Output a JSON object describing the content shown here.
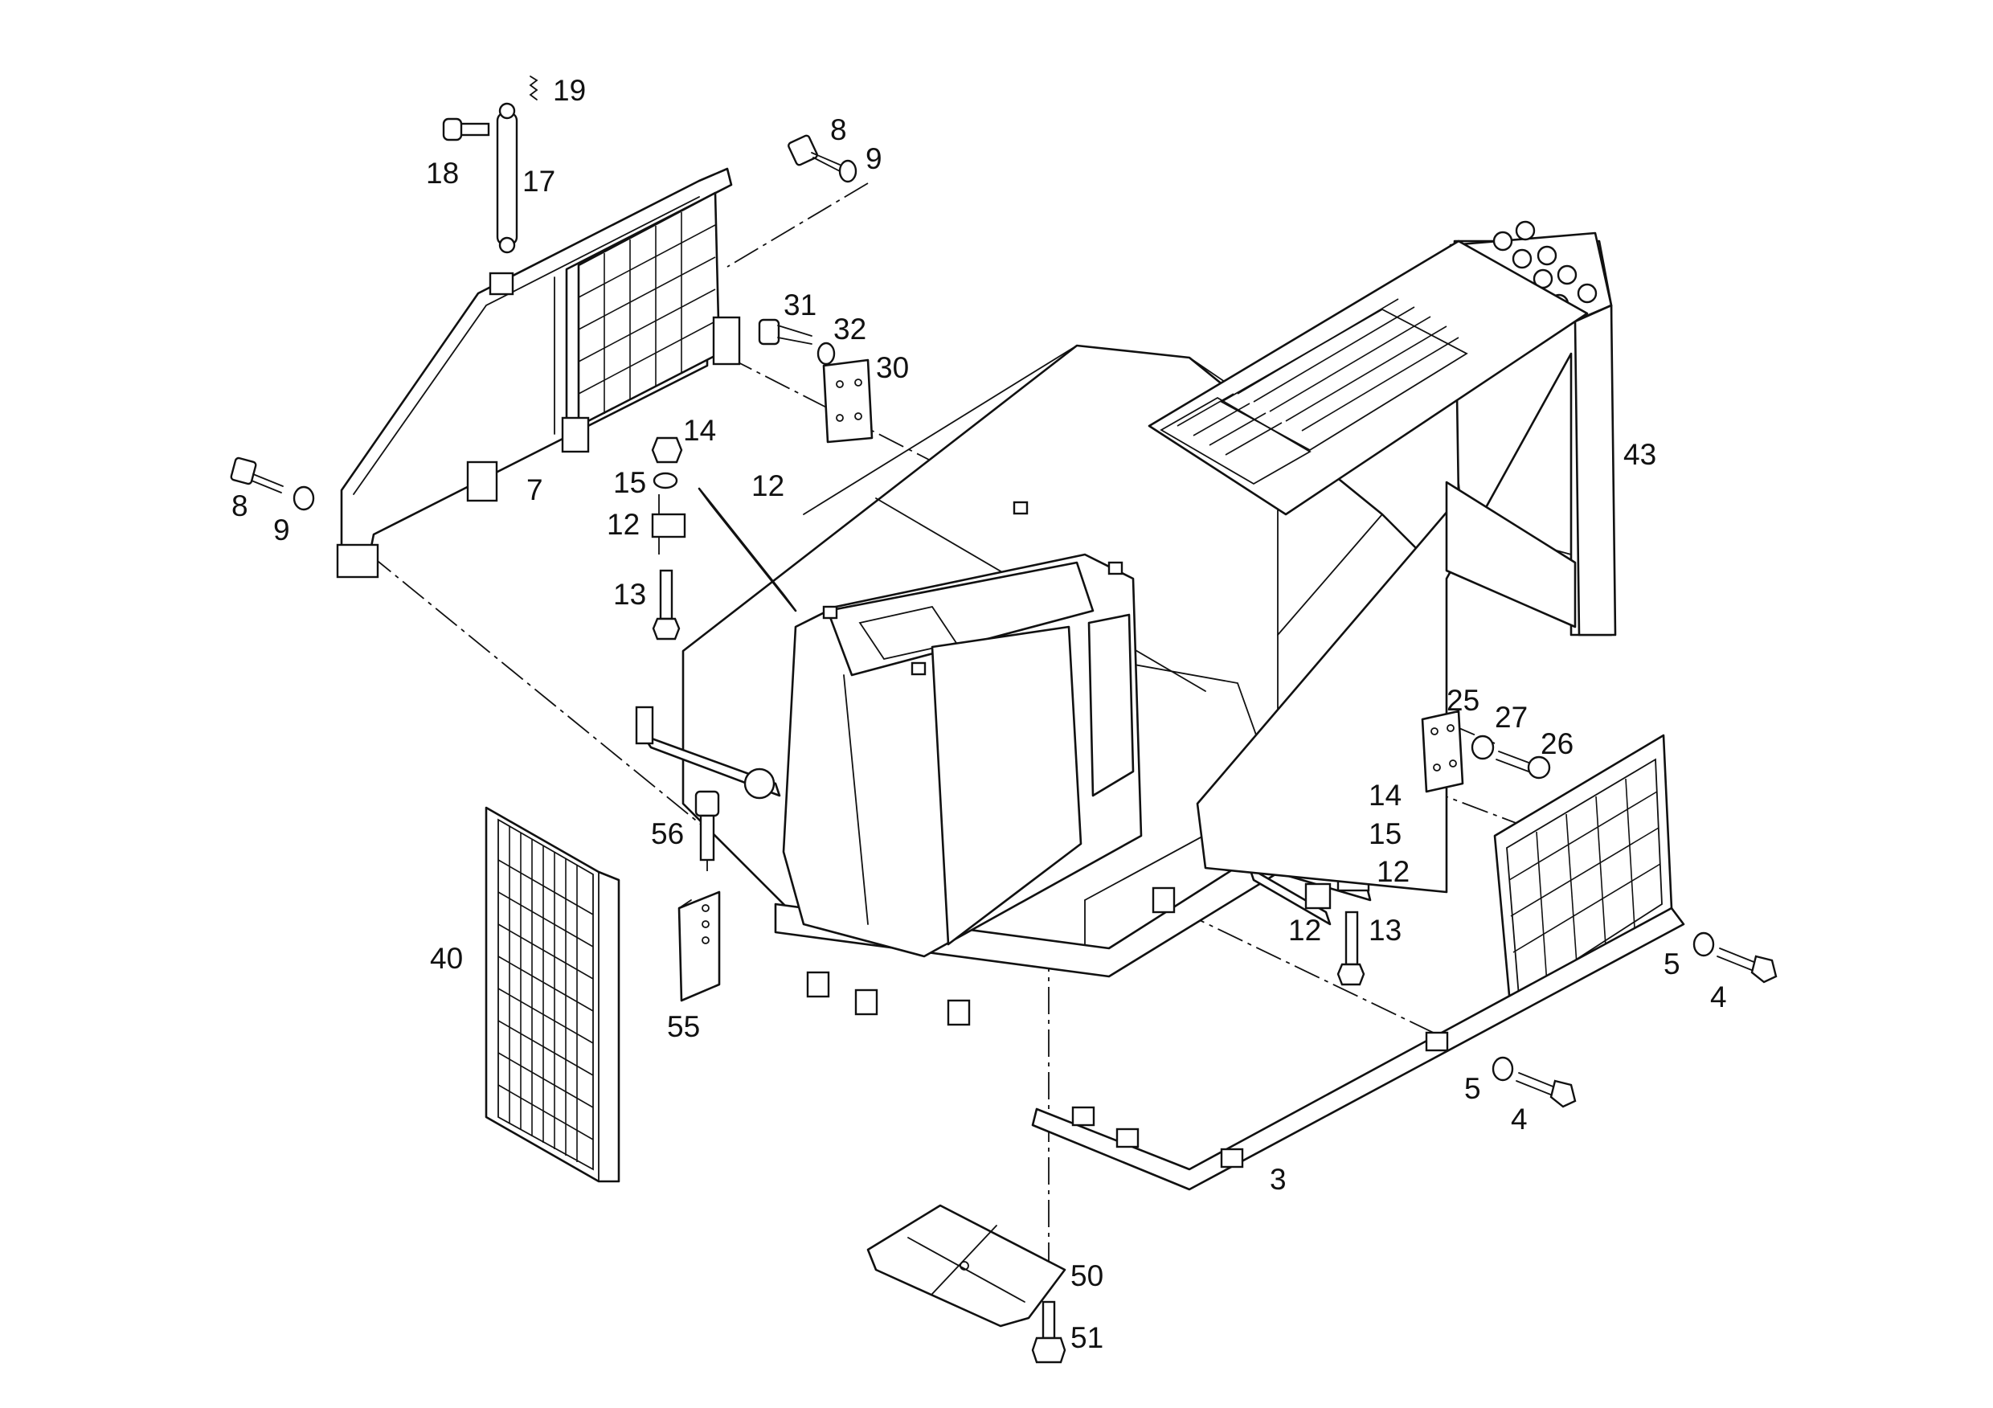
{
  "figure": {
    "callouts": [
      {
        "id": "c19",
        "text": "19"
      },
      {
        "id": "c18",
        "text": "18"
      },
      {
        "id": "c17",
        "text": "17"
      },
      {
        "id": "c8a",
        "text": "8"
      },
      {
        "id": "c9a",
        "text": "9"
      },
      {
        "id": "c31",
        "text": "31"
      },
      {
        "id": "c32",
        "text": "32"
      },
      {
        "id": "c30",
        "text": "30"
      },
      {
        "id": "c14a",
        "text": "14"
      },
      {
        "id": "c15a",
        "text": "15"
      },
      {
        "id": "c12a",
        "text": "12"
      },
      {
        "id": "c12b",
        "text": "12"
      },
      {
        "id": "c13a",
        "text": "13"
      },
      {
        "id": "c8b",
        "text": "8"
      },
      {
        "id": "c9b",
        "text": "9"
      },
      {
        "id": "c7",
        "text": "7"
      },
      {
        "id": "c43",
        "text": "43"
      },
      {
        "id": "c25",
        "text": "25"
      },
      {
        "id": "c27",
        "text": "27"
      },
      {
        "id": "c26",
        "text": "26"
      },
      {
        "id": "c14b",
        "text": "14"
      },
      {
        "id": "c15b",
        "text": "15"
      },
      {
        "id": "c12c",
        "text": "12"
      },
      {
        "id": "c12d",
        "text": "12"
      },
      {
        "id": "c13b",
        "text": "13"
      },
      {
        "id": "c56",
        "text": "56"
      },
      {
        "id": "c55",
        "text": "55"
      },
      {
        "id": "c40",
        "text": "40"
      },
      {
        "id": "c5a",
        "text": "5"
      },
      {
        "id": "c4a",
        "text": "4"
      },
      {
        "id": "c5b",
        "text": "5"
      },
      {
        "id": "c4b",
        "text": "4"
      },
      {
        "id": "c3",
        "text": "3"
      },
      {
        "id": "c50",
        "text": "50"
      },
      {
        "id": "c51",
        "text": "51"
      }
    ]
  }
}
